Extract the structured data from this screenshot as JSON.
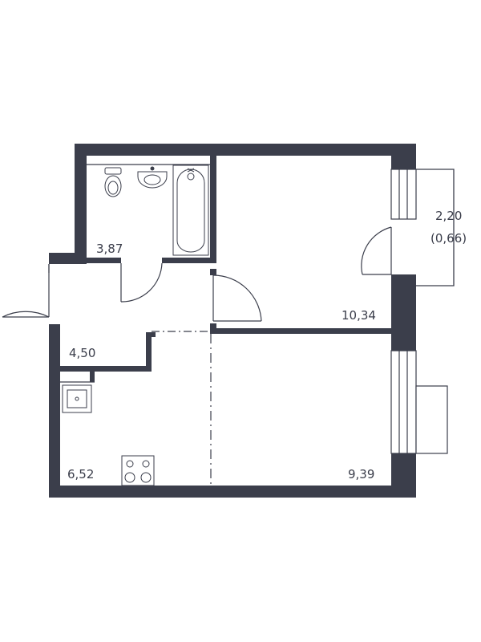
{
  "colors": {
    "wall": "#3b3e4b",
    "line": "#3b3e4b",
    "background": "#ffffff"
  },
  "rooms": [
    {
      "id": "bathroom",
      "area": "3,87"
    },
    {
      "id": "living-room",
      "area": "10,34"
    },
    {
      "id": "balcony",
      "area": "2,20",
      "area_reduced": "(0,66)"
    },
    {
      "id": "hallway",
      "area": "4,50"
    },
    {
      "id": "kitchen",
      "area": "6,52"
    },
    {
      "id": "bedroom",
      "area": "9,39"
    }
  ],
  "icons": [
    "toilet-icon",
    "sink-icon",
    "bathtub-icon",
    "kitchen-sink-icon",
    "stove-icon"
  ]
}
